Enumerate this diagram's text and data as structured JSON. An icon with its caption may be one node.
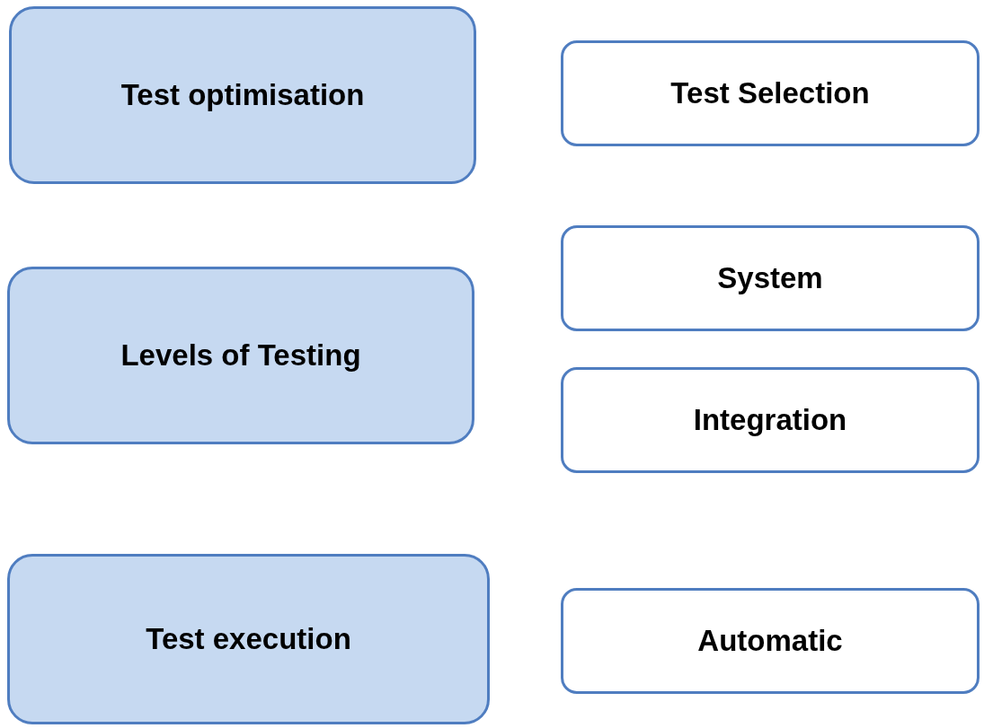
{
  "diagram": {
    "nodes": [
      {
        "text": [
          "Test optimisation"
        ]
      },
      {
        "text": [
          "Test Selection"
        ]
      },
      {
        "text": [
          "Levels of Testing"
        ]
      },
      {
        "text": [
          "System"
        ]
      },
      {
        "text": [
          "Integration"
        ]
      },
      {
        "text": [
          "Test execution"
        ]
      },
      {
        "text": [
          "Automatic"
        ]
      }
    ]
  }
}
